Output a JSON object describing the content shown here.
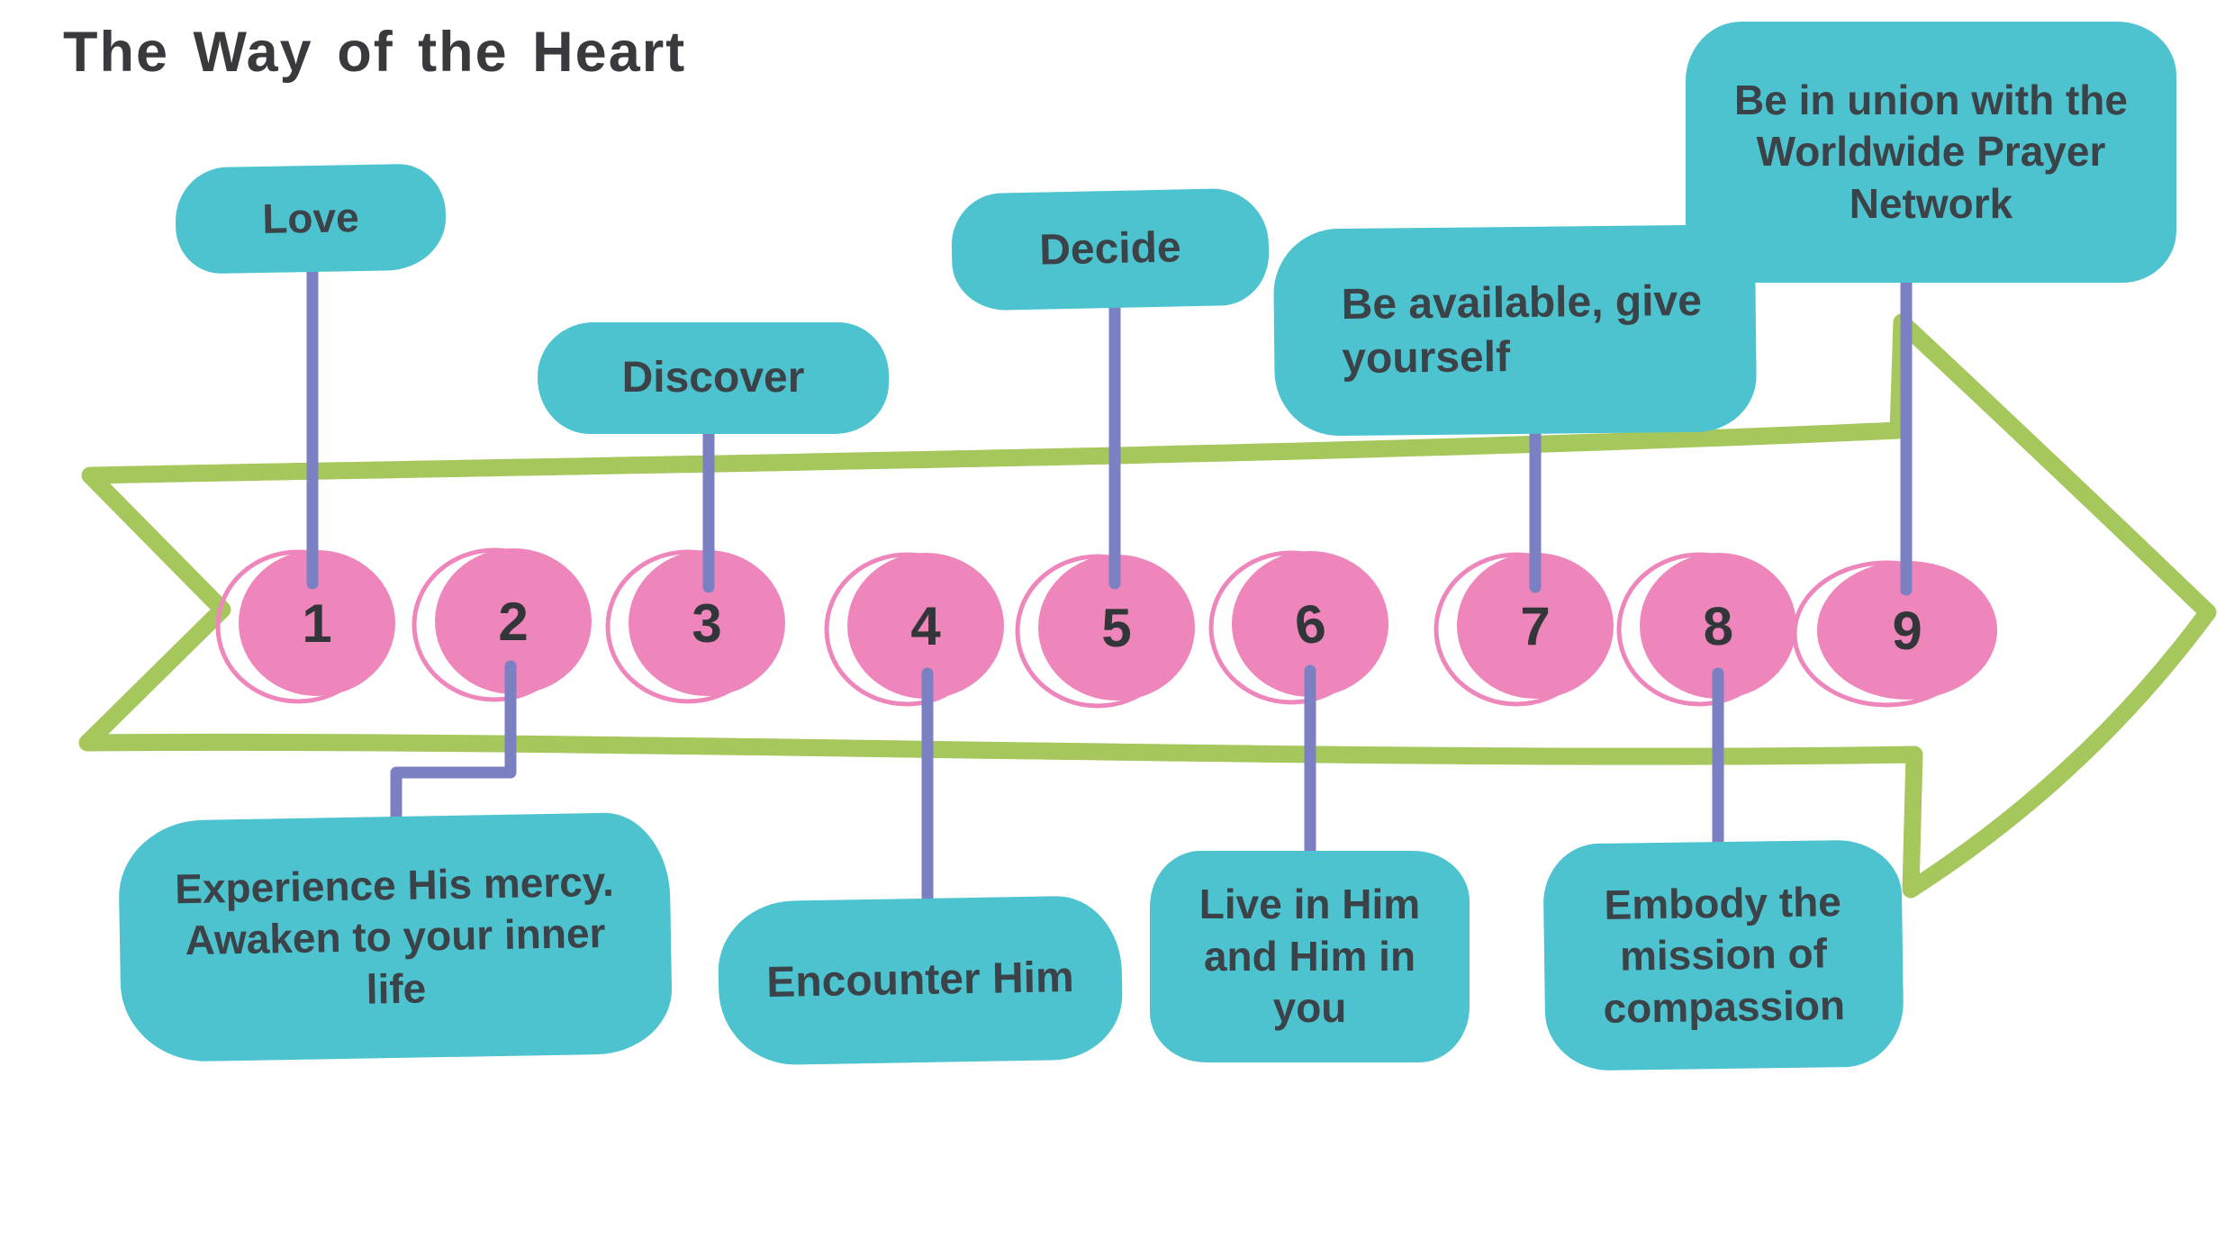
{
  "title": "The Way of the Heart",
  "colors": {
    "teal": "#4cc3ce",
    "pink": "#ee86bc",
    "green": "#a5c75c",
    "purple": "#7b80c3",
    "title_dark": "#3a3a3e",
    "label_dark": "#3b4248",
    "number_dark": "#333639"
  },
  "steps": [
    {
      "number": "1",
      "label": "Love",
      "label_position": "above"
    },
    {
      "number": "2",
      "label": "Experience His mercy. Awaken to your inner life",
      "label_position": "below"
    },
    {
      "number": "3",
      "label": "Discover",
      "label_position": "above"
    },
    {
      "number": "4",
      "label": "Encounter Him",
      "label_position": "below"
    },
    {
      "number": "5",
      "label": "Decide",
      "label_position": "above"
    },
    {
      "number": "6",
      "label": "Live in Him and Him in you",
      "label_position": "below"
    },
    {
      "number": "7",
      "label": "Be available, give yourself",
      "label_position": "above"
    },
    {
      "number": "8",
      "label": "Embody the mission of compassion",
      "label_position": "below"
    },
    {
      "number": "9",
      "label": "Be in union with the Worldwide Prayer Network",
      "label_position": "above"
    }
  ]
}
